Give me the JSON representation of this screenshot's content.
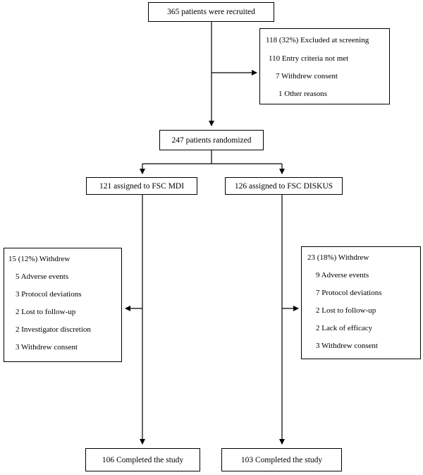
{
  "recruited": "365 patients were recruited",
  "excluded": {
    "title": "118 (32%) Excluded at screening",
    "reasons": [
      "110 Entry criteria not met",
      "7 Withdrew consent",
      "1 Other reasons"
    ]
  },
  "randomized": "247 patients randomized",
  "arm_mdi": {
    "assigned": "121 assigned to FSC MDI",
    "withdrew_title": "15 (12%) Withdrew",
    "reasons": [
      "5 Adverse events",
      "3 Protocol deviations",
      "2 Lost to follow-up",
      "2 Investigator discretion",
      "3 Withdrew consent"
    ],
    "completed": "106 Completed the study"
  },
  "arm_diskus": {
    "assigned": "126 assigned to FSC DISKUS",
    "withdrew_title": "23 (18%) Withdrew",
    "reasons": [
      "9 Adverse events",
      "7 Protocol deviations",
      "2 Lost to follow-up",
      "2 Lack of efficacy",
      "3 Withdrew consent"
    ],
    "completed": "103 Completed the study"
  }
}
